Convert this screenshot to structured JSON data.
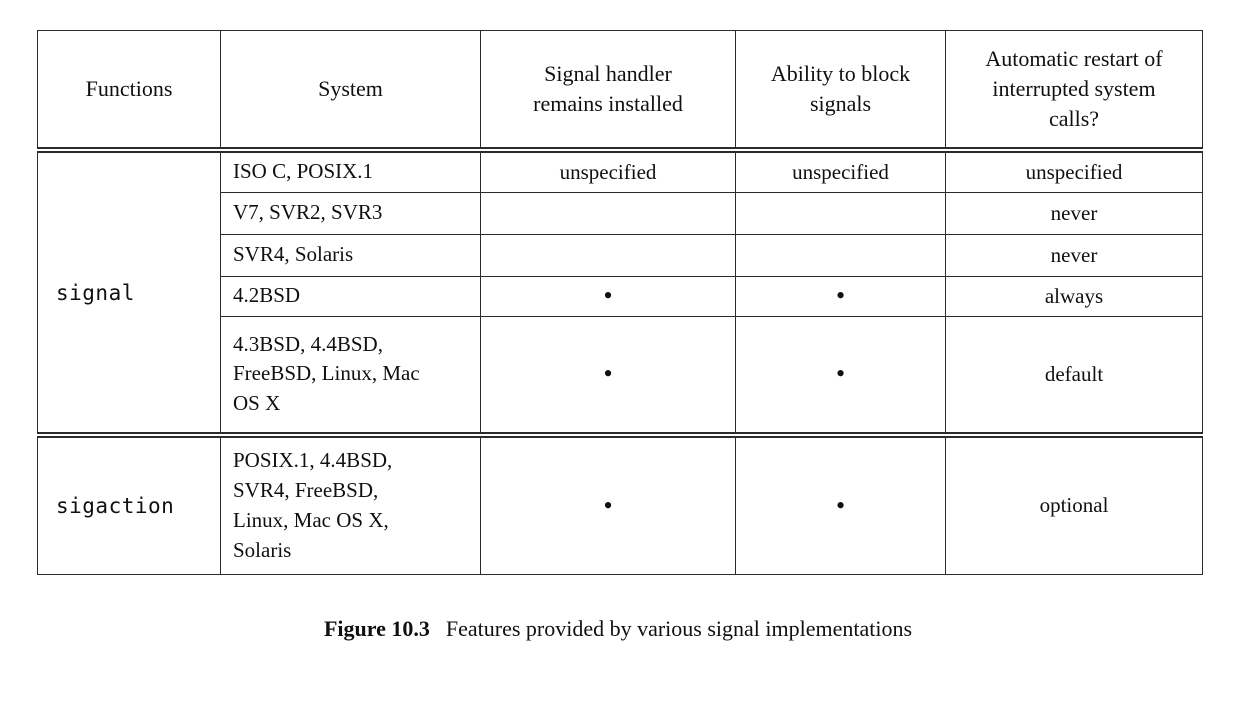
{
  "table": {
    "headers": [
      "Functions",
      "System",
      "Signal handler remains installed",
      "Ability to block signals",
      "Automatic restart of interrupted system calls?"
    ],
    "bullet_char": "•",
    "groups": [
      {
        "function": "signal",
        "rows": [
          {
            "system": "ISO C, POSIX.1",
            "handler_installed": "unspecified",
            "block_signals": "unspecified",
            "auto_restart": "unspecified"
          },
          {
            "system": "V7, SVR2, SVR3",
            "handler_installed": "",
            "block_signals": "",
            "auto_restart": "never"
          },
          {
            "system": "SVR4, Solaris",
            "handler_installed": "",
            "block_signals": "",
            "auto_restart": "never"
          },
          {
            "system": "4.2BSD",
            "handler_installed": "•",
            "block_signals": "•",
            "auto_restart": "always"
          },
          {
            "system": "4.3BSD, 4.4BSD, FreeBSD, Linux, Mac OS X",
            "handler_installed": "•",
            "block_signals": "•",
            "auto_restart": "default"
          }
        ]
      },
      {
        "function": "sigaction",
        "rows": [
          {
            "system": "POSIX.1, 4.4BSD, SVR4, FreeBSD, Linux, Mac OS X, Solaris",
            "handler_installed": "•",
            "block_signals": "•",
            "auto_restart": "optional"
          }
        ]
      }
    ]
  },
  "caption": {
    "label": "Figure 10.3",
    "text": "Features provided by various signal implementations"
  },
  "colors": {
    "border": "#2b2b2b",
    "text": "#101010",
    "background": "#ffffff"
  }
}
